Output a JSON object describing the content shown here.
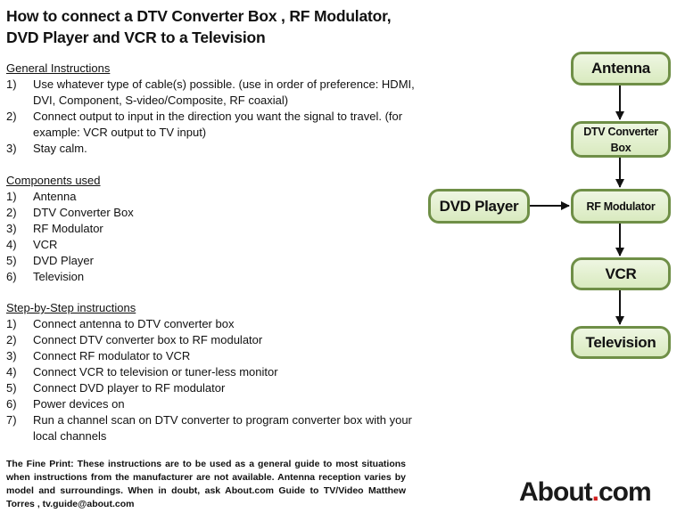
{
  "title": {
    "line1": "How to connect a DTV Converter Box , RF Modulator,",
    "line2": "DVD Player and VCR to a Television"
  },
  "general": {
    "heading": "General Instructions",
    "items": [
      {
        "num": "1)",
        "text": "Use whatever type of cable(s) possible. (use in order of preference: HDMI, DVI, Component, S-video/Composite, RF coaxial)"
      },
      {
        "num": "2)",
        "text": "Connect output to input in the direction you want the signal to travel. (for example: VCR output to TV input)"
      },
      {
        "num": "3)",
        "text": "Stay calm."
      }
    ]
  },
  "components": {
    "heading": "Components used",
    "items": [
      {
        "num": "1)",
        "text": "Antenna"
      },
      {
        "num": "2)",
        "text": "DTV Converter Box"
      },
      {
        "num": "3)",
        "text": "RF Modulator"
      },
      {
        "num": "4)",
        "text": "VCR"
      },
      {
        "num": "5)",
        "text": "DVD Player"
      },
      {
        "num": "6)",
        "text": "Television"
      }
    ]
  },
  "steps": {
    "heading": "Step-by-Step instructions",
    "items": [
      {
        "num": "1)",
        "text": "Connect antenna to DTV converter box"
      },
      {
        "num": "2)",
        "text": "Connect DTV converter box to RF modulator"
      },
      {
        "num": "3)",
        "text": "Connect RF modulator to VCR"
      },
      {
        "num": "4)",
        "text": "Connect VCR to television or tuner-less  monitor"
      },
      {
        "num": "5)",
        "text": "Connect DVD player to RF modulator"
      },
      {
        "num": "6)",
        "text": "Power devices on"
      },
      {
        "num": "7)",
        "text": "Run a channel scan on DTV converter to program converter box with your local channels"
      }
    ]
  },
  "fine_print": "The Fine Print: These instructions are to be used as a general guide to most situations when instructions from the manufacturer are not available. Antenna reception varies by model and surroundings. When in doubt, ask About.com Guide to TV/Video Matthew Torres , tv.guide@about.com",
  "diagram": {
    "nodes": {
      "antenna": "Antenna",
      "dtv_line1": "DTV Converter",
      "dtv_line2": "Box",
      "rf": "RF Modulator",
      "dvd": "DVD Player",
      "vcr": "VCR",
      "tv": "Television"
    },
    "edges": [
      {
        "from": "antenna",
        "to": "dtv"
      },
      {
        "from": "dtv",
        "to": "rf"
      },
      {
        "from": "dvd",
        "to": "rf"
      },
      {
        "from": "rf",
        "to": "vcr"
      },
      {
        "from": "vcr",
        "to": "tv"
      }
    ],
    "colors": {
      "border": "#6f8f47",
      "fill": "#e3f0cf",
      "arrow": "#111111"
    }
  },
  "logo": {
    "part1": "About",
    "dot": ".",
    "part2": "com"
  }
}
